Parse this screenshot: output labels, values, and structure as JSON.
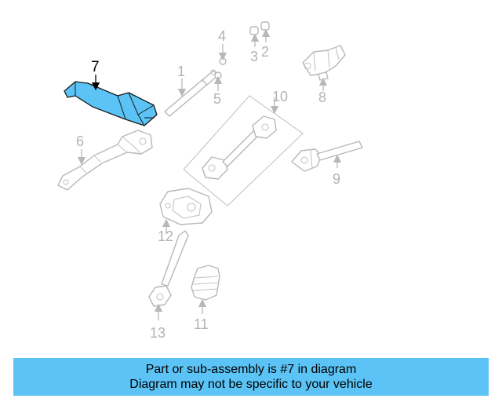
{
  "highlight_color": "#5bc3f5",
  "highlighted_part": "7",
  "callouts": {
    "c1": "1",
    "c2": "2",
    "c3": "3",
    "c4": "4",
    "c5": "5",
    "c6": "6",
    "c7": "7",
    "c8": "8",
    "c9": "9",
    "c10": "10",
    "c11": "11",
    "c12": "12",
    "c13": "13"
  },
  "banner": {
    "line1": "Part or sub-assembly is #7 in diagram",
    "line2": "Diagram may not be specific to your vehicle"
  }
}
